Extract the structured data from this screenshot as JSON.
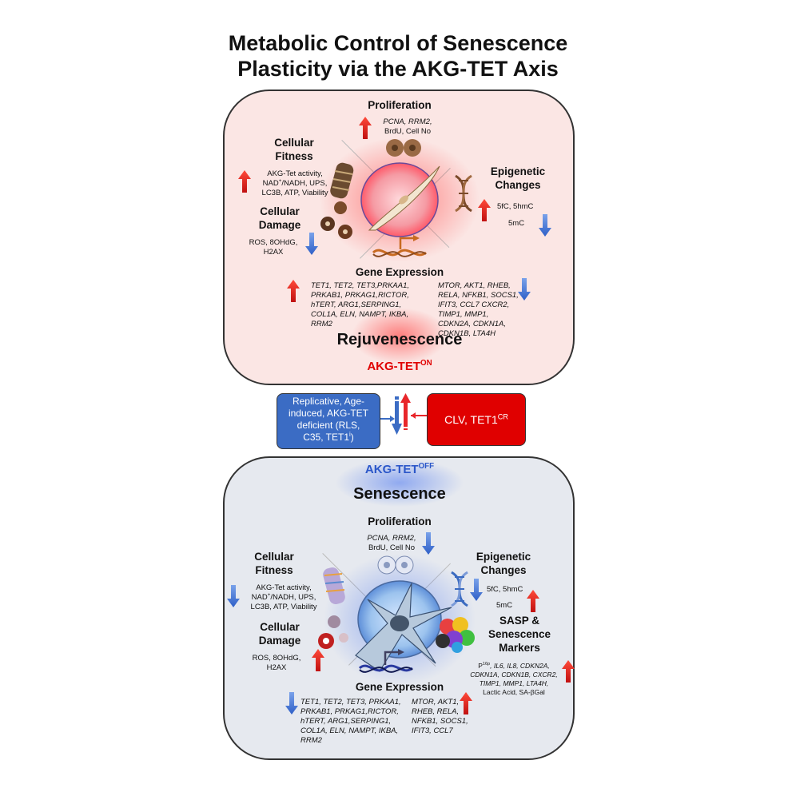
{
  "title": [
    "Metabolic Control of Senescence",
    "Plasticity via the AKG-TET Axis"
  ],
  "top": {
    "proliferation": {
      "heading": "Proliferation",
      "text1": "PCNA, RRM2,",
      "text2": "BrdU, Cell No"
    },
    "fitness": {
      "heading1": "Cellular",
      "heading2": "Fitness",
      "l1": "AKG-Tet activity,",
      "l2a": "NAD",
      "l2sup": "+",
      "l2b": "/NADH, UPS,",
      "l3": "LC3B, ATP, Viability"
    },
    "damage": {
      "heading1": "Cellular",
      "heading2": "Damage",
      "l1": "ROS, 8OHdG,",
      "l2": "H2AX"
    },
    "epigenetic": {
      "heading1": "Epigenetic",
      "heading2": "Changes",
      "l1": "5fC, 5hmC",
      "l2": "5mC"
    },
    "gene": {
      "heading": "Gene Expression",
      "up": [
        "TET1, TET2, TET3,PRKAA1,",
        "PRKAB1, PRKAG1,RICTOR,",
        "hTERT, ARG1,SERPING1,",
        "COL1A, ELN, NAMPT, IKBA,",
        "RRM2"
      ],
      "down": [
        "MTOR, AKT1, RHEB,",
        "RELA, NFKB1, SOCS1,",
        "IFIT3, CCL7 CXCR2,",
        "TIMP1, MMP1,",
        "CDKN2A, CDKN1A,",
        "CDKN1B, LTA4H"
      ]
    },
    "state": "Rejuvenescence",
    "label": "AKG-TET",
    "label_sup": "ON"
  },
  "middle": {
    "left_box": [
      "Replicative, Age-",
      "induced, AKG-TET",
      "deficient (RLS,",
      "C35, TET1"
    ],
    "left_box_sup": "i",
    "left_box_end": ")",
    "right_box": "CLV, TET1",
    "right_box_sup": "CR"
  },
  "bottom": {
    "label": "AKG-TET",
    "label_sup": "OFF",
    "state": "Senescence",
    "proliferation": {
      "heading": "Proliferation",
      "text1": "PCNA, RRM2,",
      "text2": "BrdU, Cell No"
    },
    "fitness": {
      "heading1": "Cellular",
      "heading2": "Fitness",
      "l1": "AKG-Tet activity,",
      "l2a": "NAD",
      "l2sup": "+",
      "l2b": "/NADH, UPS,",
      "l3": "LC3B, ATP, Viability"
    },
    "damage": {
      "heading1": "Cellular",
      "heading2": "Damage",
      "l1": "ROS, 8OHdG,",
      "l2": "H2AX"
    },
    "epigenetic": {
      "heading1": "Epigenetic",
      "heading2": "Changes",
      "l1": "5fC, 5hmC",
      "l2": "5mC"
    },
    "sasp": {
      "heading1": "SASP &",
      "heading2": "Senescence",
      "heading3": "Markers",
      "l1a": "P",
      "l1sup": "16p",
      "l1b": ", IL6, IL8, CDKN2A,",
      "l2": "CDKN1A, CDKN1B, CXCR2,",
      "l3": "TIMP1, MMP1, LTA4H,",
      "l4": "Lactic Acid, SA-βGal"
    },
    "gene": {
      "heading": "Gene Expression",
      "down": [
        "TET1, TET2, TET3, PRKAA1,",
        "PRKAB1, PRKAG1,RICTOR,",
        "hTERT, ARG1,SERPING1,",
        "COL1A, ELN, NAMPT, IKBA,",
        "RRM2"
      ],
      "up": [
        "MTOR, AKT1,",
        "RHEB, RELA,",
        "NFKB1, SOCS1,",
        "IFIT3, CCL7"
      ]
    }
  },
  "colors": {
    "up": "#e8262a",
    "down": "#4a78d6",
    "top_panel": "#fbe6e4",
    "bottom_panel": "#e6e9ef",
    "left_box": "#3b6cc4",
    "right_box": "#e00000",
    "label_top": "#e00000",
    "label_bottom": "#2b57c9"
  },
  "icons": [
    "up-arrow-icon",
    "down-arrow-icon",
    "dna-icon",
    "cell-icon",
    "mitochondria-icon",
    "gene-promoter-icon",
    "fibroblast-icon",
    "senescent-cell-icon",
    "protein-aggregate-icon"
  ]
}
